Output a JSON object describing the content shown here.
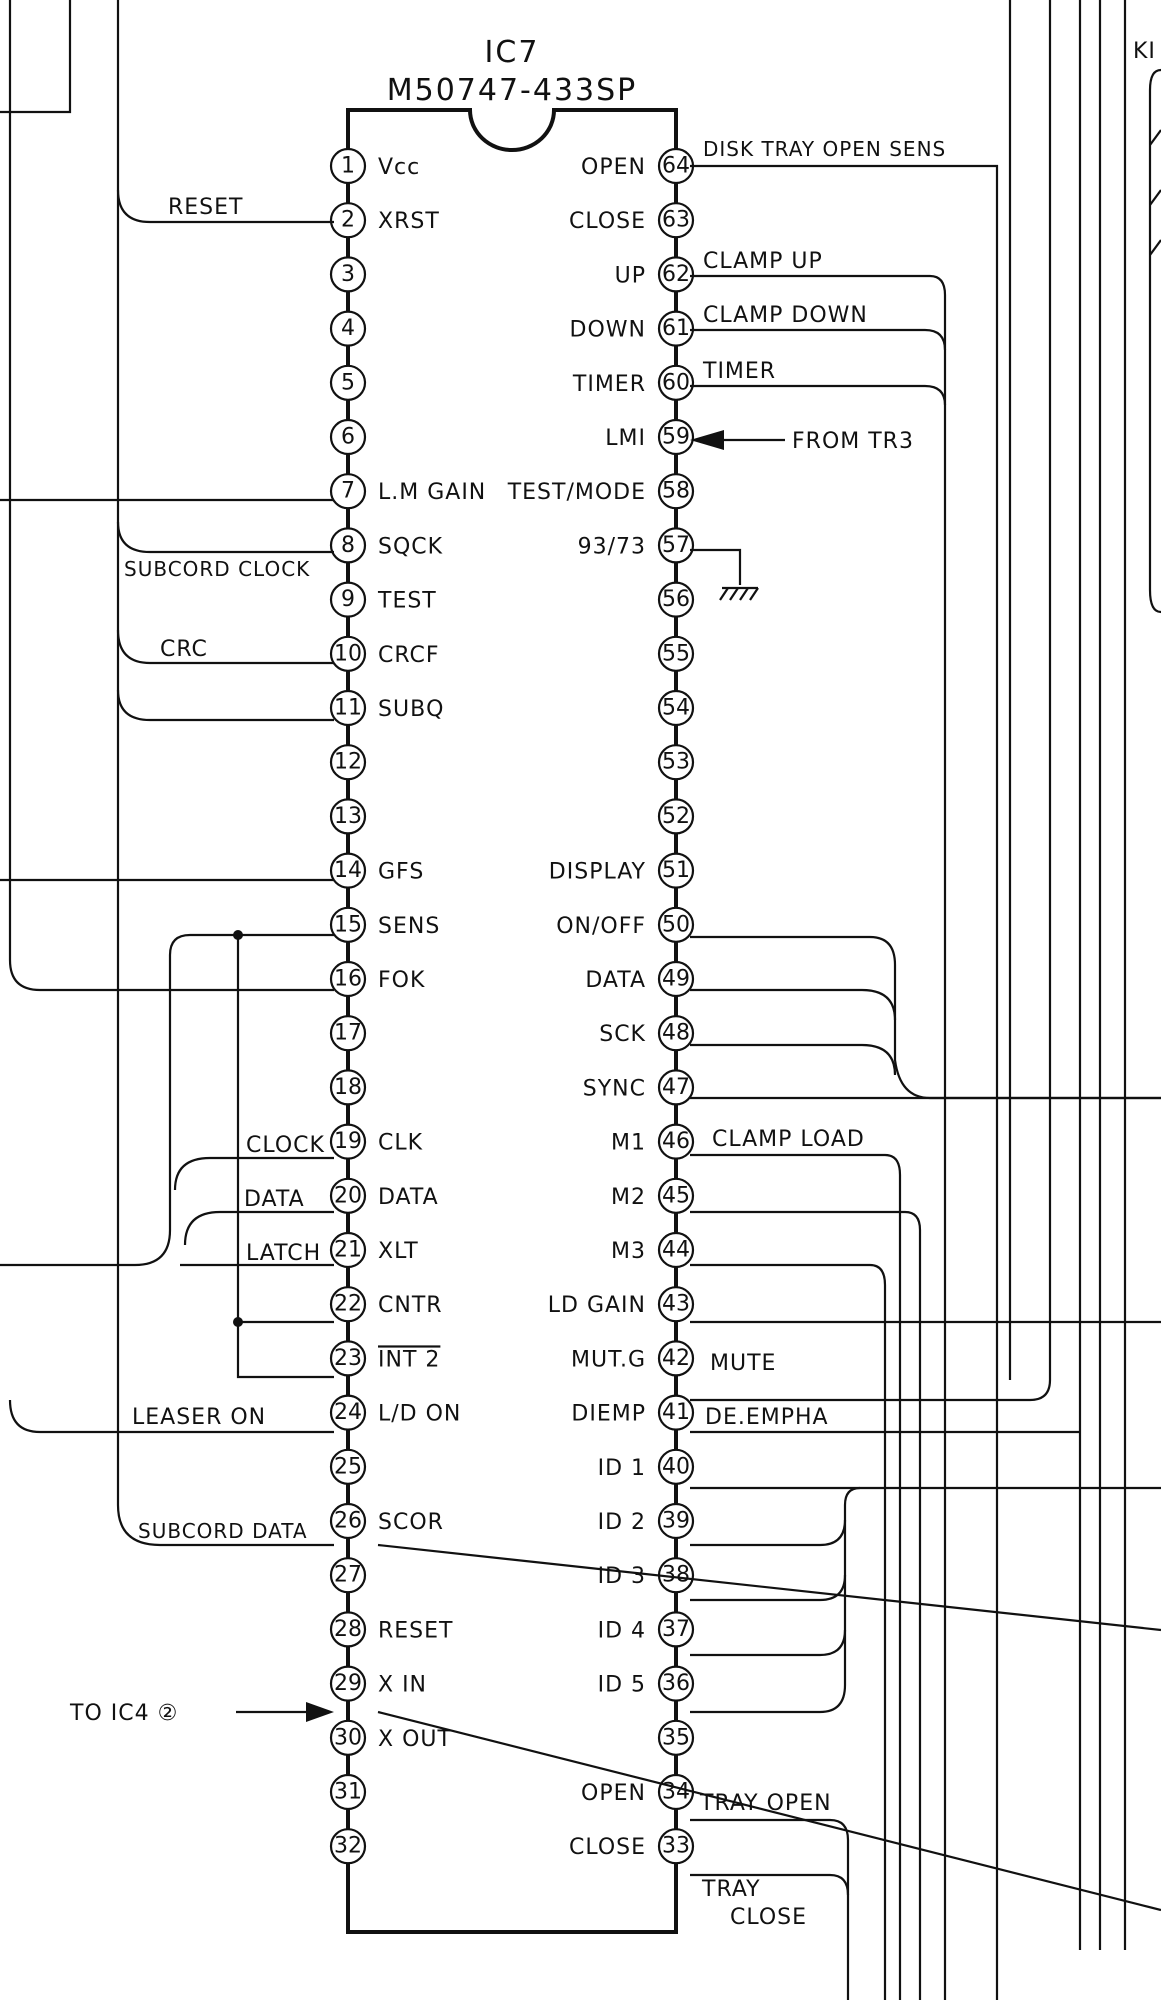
{
  "chip": {
    "ref": "IC7",
    "part": "M50747-433SP",
    "left_pins": [
      {
        "num": "1",
        "name": "Vcc"
      },
      {
        "num": "2",
        "name": "XRST"
      },
      {
        "num": "3",
        "name": ""
      },
      {
        "num": "4",
        "name": ""
      },
      {
        "num": "5",
        "name": ""
      },
      {
        "num": "6",
        "name": ""
      },
      {
        "num": "7",
        "name": "L.M GAIN"
      },
      {
        "num": "8",
        "name": "SQCK"
      },
      {
        "num": "9",
        "name": "TEST"
      },
      {
        "num": "10",
        "name": "CRCF"
      },
      {
        "num": "11",
        "name": "SUBQ"
      },
      {
        "num": "12",
        "name": ""
      },
      {
        "num": "13",
        "name": ""
      },
      {
        "num": "14",
        "name": "GFS"
      },
      {
        "num": "15",
        "name": "SENS"
      },
      {
        "num": "16",
        "name": "FOK"
      },
      {
        "num": "17",
        "name": ""
      },
      {
        "num": "18",
        "name": ""
      },
      {
        "num": "19",
        "name": "CLK"
      },
      {
        "num": "20",
        "name": "DATA"
      },
      {
        "num": "21",
        "name": "XLT"
      },
      {
        "num": "22",
        "name": "CNTR"
      },
      {
        "num": "23",
        "name": "INT 2"
      },
      {
        "num": "24",
        "name": "L/D ON"
      },
      {
        "num": "25",
        "name": ""
      },
      {
        "num": "26",
        "name": "SCOR"
      },
      {
        "num": "27",
        "name": ""
      },
      {
        "num": "28",
        "name": "RESET"
      },
      {
        "num": "29",
        "name": "X IN"
      },
      {
        "num": "30",
        "name": "X OUT"
      },
      {
        "num": "31",
        "name": ""
      },
      {
        "num": "32",
        "name": ""
      }
    ],
    "right_pins": [
      {
        "num": "64",
        "name": "OPEN"
      },
      {
        "num": "63",
        "name": "CLOSE"
      },
      {
        "num": "62",
        "name": "UP"
      },
      {
        "num": "61",
        "name": "DOWN"
      },
      {
        "num": "60",
        "name": "TIMER"
      },
      {
        "num": "59",
        "name": "LMI"
      },
      {
        "num": "58",
        "name": "TEST/MODE"
      },
      {
        "num": "57",
        "name": "93/73"
      },
      {
        "num": "56",
        "name": ""
      },
      {
        "num": "55",
        "name": ""
      },
      {
        "num": "54",
        "name": ""
      },
      {
        "num": "53",
        "name": ""
      },
      {
        "num": "52",
        "name": ""
      },
      {
        "num": "51",
        "name": "DISPLAY"
      },
      {
        "num": "50",
        "name": "ON/OFF"
      },
      {
        "num": "49",
        "name": "DATA"
      },
      {
        "num": "48",
        "name": "SCK"
      },
      {
        "num": "47",
        "name": "SYNC"
      },
      {
        "num": "46",
        "name": "M1"
      },
      {
        "num": "45",
        "name": "M2"
      },
      {
        "num": "44",
        "name": "M3"
      },
      {
        "num": "43",
        "name": "LD GAIN"
      },
      {
        "num": "42",
        "name": "MUT.G"
      },
      {
        "num": "41",
        "name": "DIEMP"
      },
      {
        "num": "40",
        "name": "ID 1"
      },
      {
        "num": "39",
        "name": "ID 2"
      },
      {
        "num": "38",
        "name": "ID 3"
      },
      {
        "num": "37",
        "name": "ID 4"
      },
      {
        "num": "36",
        "name": "ID 5"
      },
      {
        "num": "35",
        "name": ""
      },
      {
        "num": "34",
        "name": "OPEN"
      },
      {
        "num": "33",
        "name": "CLOSE"
      }
    ]
  },
  "signals": {
    "reset": "RESET",
    "subcord_clock": "SUBCORD CLOCK",
    "crc": "CRC",
    "clock": "CLOCK",
    "data": "DATA",
    "latch": "LATCH",
    "leaser_on": "LEASER ON",
    "subcord_data": "SUBCORD DATA",
    "to_ic4": "TO IC4 ②",
    "disk_tray_open_sens": "DISK TRAY OPEN SENS",
    "clamp_up": "CLAMP UP",
    "clamp_down": "CLAMP DOWN",
    "timer": "TIMER",
    "from_tr3": "FROM TR3",
    "clamp_load": "CLAMP LOAD",
    "mute": "MUTE",
    "de_empha": "DE.EMPHA",
    "tray_open": "TRAY OPEN",
    "tray_close_1": "TRAY",
    "tray_close_2": "CLOSE",
    "edge_label": "KI"
  }
}
